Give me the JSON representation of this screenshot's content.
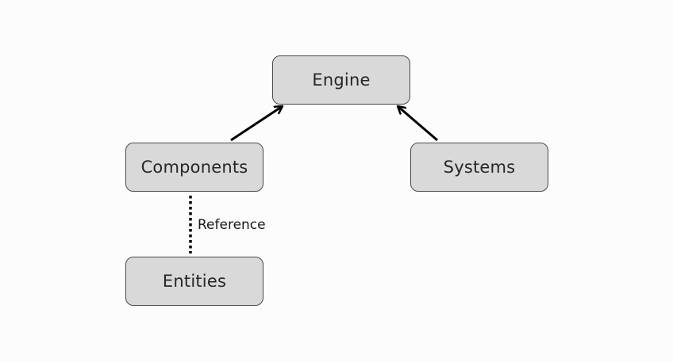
{
  "diagram": {
    "nodes": {
      "engine": "Engine",
      "components": "Components",
      "systems": "Systems",
      "entities": "Entities"
    },
    "edges": [
      {
        "from": "components",
        "to": "engine",
        "style": "solid-arrow"
      },
      {
        "from": "systems",
        "to": "engine",
        "style": "solid-arrow"
      },
      {
        "from": "components",
        "to": "entities",
        "style": "dotted",
        "label": "Reference"
      }
    ]
  },
  "colors": {
    "background": "#fcfcfc",
    "node_fill": "#d9d9d9",
    "node_border": "#4a4a4a",
    "text": "#262626",
    "edge": "#000000"
  }
}
